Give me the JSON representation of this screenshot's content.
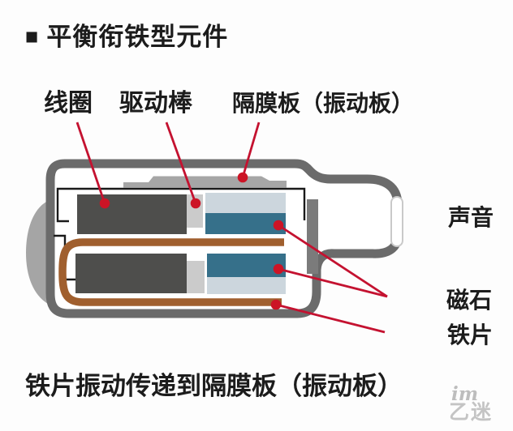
{
  "title": {
    "bullet": "■",
    "text": "平衡衔铁型元件"
  },
  "labels": {
    "coil": "线圈",
    "drive_rod": "驱动棒",
    "diaphragm_plate": "隔膜板（振动板）",
    "sound": "声音",
    "magnet": "磁石",
    "iron_piece": "铁片"
  },
  "caption": "铁片振动传递到隔膜板（振动板）",
  "watermark": {
    "script": "im",
    "name": "乙迷"
  },
  "colors": {
    "casing": "#6b6b6b",
    "inner_wall": "#7b7b7b",
    "blob": "#a5a5a5",
    "plate": "#a6a6a6",
    "coil": "#4e4e4c",
    "rod": "#cbcbcb",
    "mount": "#ccd6dd",
    "magnet": "#36708a",
    "armature": "#a05f2e",
    "frame_line": "#1a1a1a",
    "pointer": "#c41230",
    "dot": "#cc1426",
    "nozzle_fill": "#ffffff",
    "nozzle_stroke": "#c9c9c9"
  }
}
